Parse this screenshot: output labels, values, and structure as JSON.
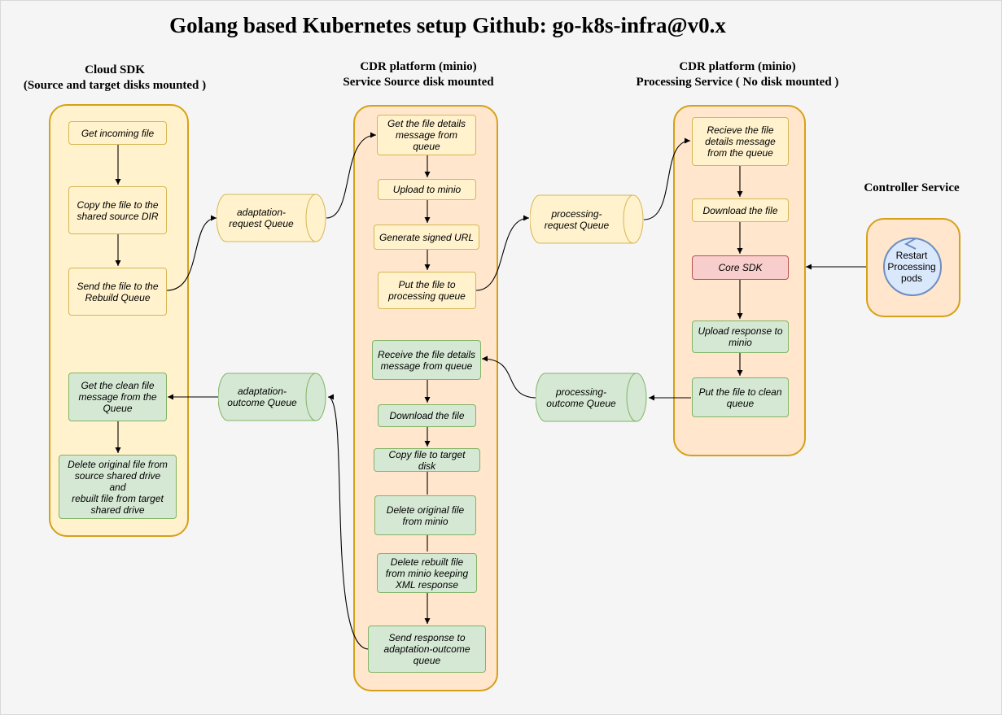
{
  "title": "Golang based Kubernetes setup Github: go-k8s-infra@v0.x",
  "columns": {
    "cloud_sdk": {
      "line1": "Cloud SDK",
      "line2": "(Source and target disks mounted )"
    },
    "cdr_source": {
      "line1": "CDR platform (minio)",
      "line2": "Service Source disk mounted"
    },
    "cdr_processing": {
      "line1": "CDR platform (minio)",
      "line2": "Processing Service ( No disk mounted )"
    },
    "controller": {
      "line1": "Controller Service"
    }
  },
  "cloud_sdk_steps": {
    "get_incoming": "Get incoming file",
    "copy_shared": "Copy the file to the\nshared source DIR",
    "send_rebuild": "Send the file to the\nRebuild Queue",
    "get_clean": "Get the clean file\nmessage from the\nQueue",
    "delete_original": "Delete original file from\nsource shared drive\nand\nrebuilt file from target\nshared drive"
  },
  "queues": {
    "adaptation_request": "adaptation-\nrequest Queue",
    "adaptation_outcome": "adaptation-\noutcome Queue",
    "processing_request": "processing-\nrequest Queue",
    "processing_outcome": "processing-\noutcome Queue"
  },
  "cdr_source_steps": {
    "get_details": "Get the file details\nmessage from\nqueue",
    "upload_minio": "Upload to minio",
    "generate_url": "Generate signed URL",
    "put_processing": "Put the file to\nprocessing queue",
    "receive_details": "Receive the file details\nmessage from queue",
    "download": "Download the file",
    "copy_target": "Copy file to target\ndisk",
    "delete_original_minio": "Delete original file\nfrom minio",
    "delete_rebuilt": "Delete rebuilt file\nfrom minio keeping\nXML response",
    "send_response": "Send response to\nadaptation-outcome\nqueue"
  },
  "cdr_processing_steps": {
    "receive_details": "Recieve the file\ndetails message\nfrom the queue",
    "download": "Download the file",
    "core_sdk": "Core SDK",
    "upload_response": "Upload response to\nminio",
    "put_clean": "Put the file to clean\nqueue"
  },
  "controller_node": {
    "label": "Restart\nProcessing\npods"
  },
  "colors": {
    "background": "#f5f5f5",
    "lane_border": "#d6a018",
    "yellow_fill": "#fff2cc",
    "orange_fill": "#ffe6cc",
    "green_fill": "#d5e8d4",
    "red_fill": "#f8cecc",
    "circle_fill": "#dae8fc",
    "circle_stroke": "#6c8ebf"
  }
}
